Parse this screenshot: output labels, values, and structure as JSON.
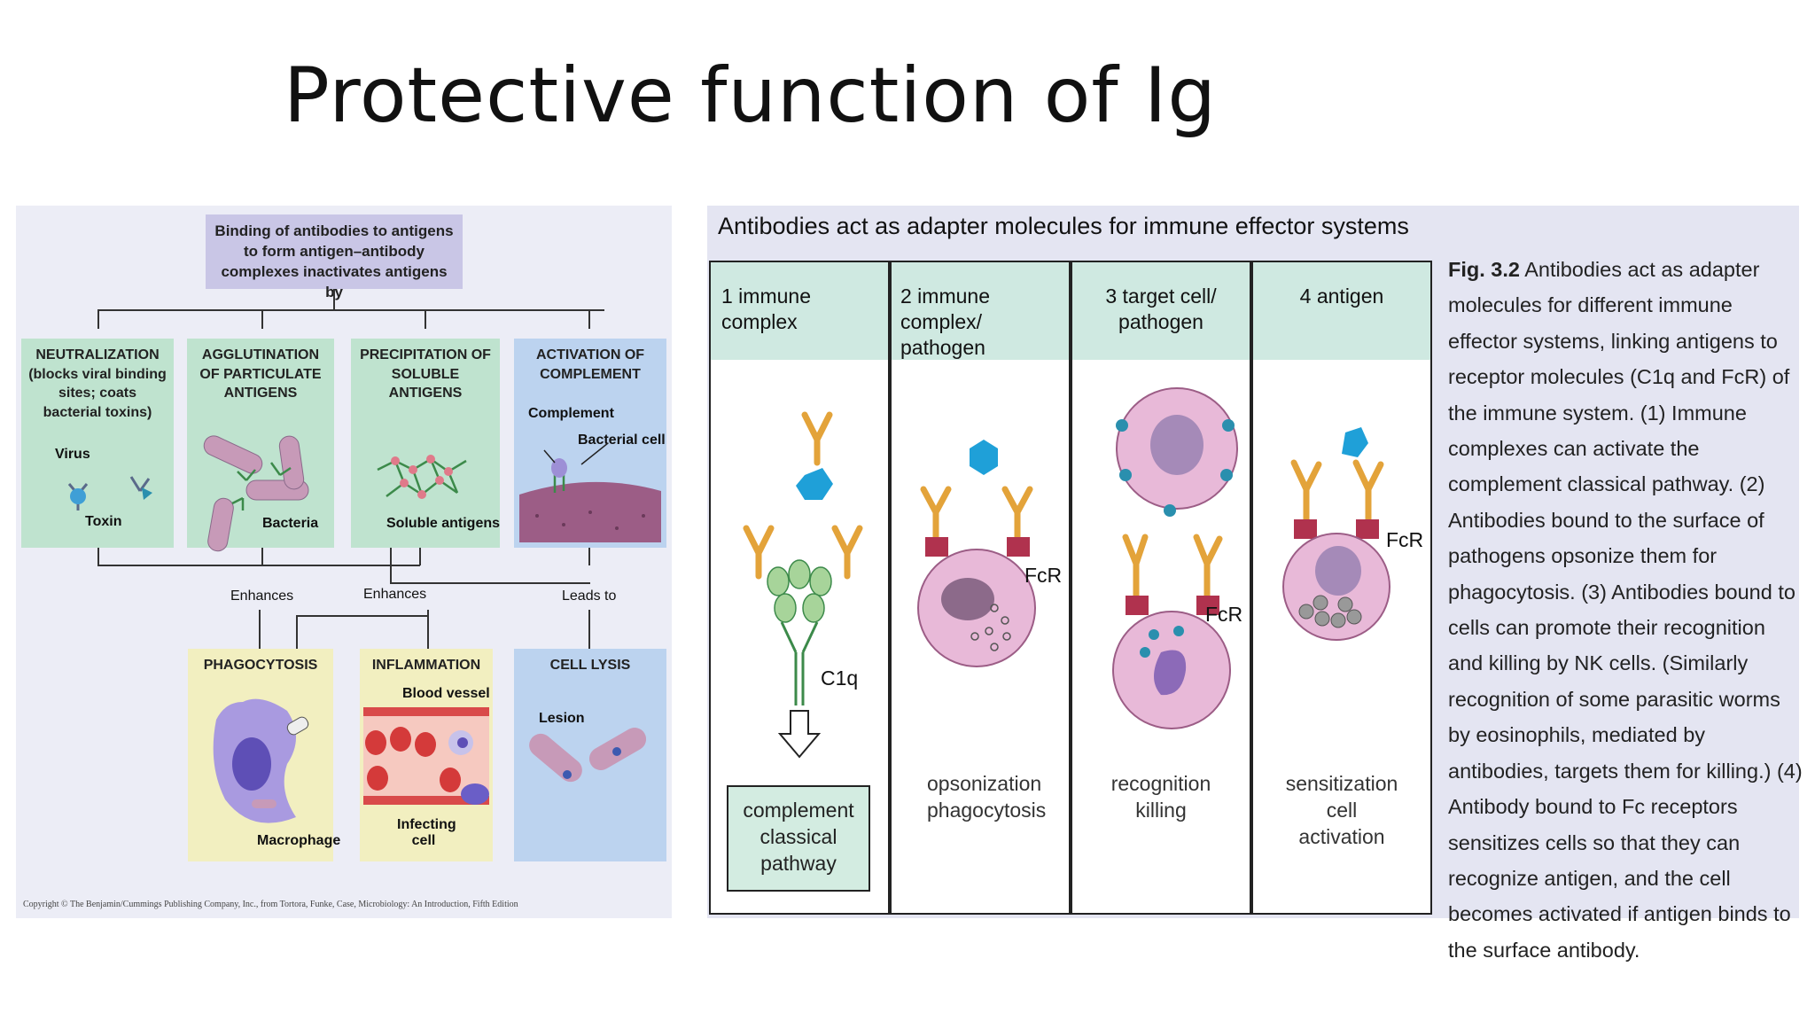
{
  "slide": {
    "title": "Protective function of Ig"
  },
  "left_figure": {
    "top_box": "Binding of antibodies to antigens to form antigen–antibody complexes inactivates antigens by",
    "mechanisms": [
      {
        "title": "NEUTRALIZATION (blocks viral binding sites; coats bacterial toxins)",
        "labels": [
          "Virus",
          "Toxin"
        ]
      },
      {
        "title": "AGGLUTINATION OF PARTICULATE ANTIGENS",
        "labels": [
          "Bacteria"
        ]
      },
      {
        "title": "PRECIPITATION OF SOLUBLE ANTIGENS",
        "labels": [
          "Soluble antigens"
        ]
      },
      {
        "title": "ACTIVATION OF COMPLEMENT",
        "labels": [
          "Complement",
          "Bacterial cell"
        ]
      }
    ],
    "connectors": [
      "Enhances",
      "Enhances",
      "Leads to"
    ],
    "outcomes": [
      {
        "title": "PHAGOCYTOSIS",
        "labels": [
          "Macrophage"
        ]
      },
      {
        "title": "INFLAMMATION",
        "labels": [
          "Blood vessel",
          "Infecting cell"
        ]
      },
      {
        "title": "CELL LYSIS",
        "labels": [
          "Lesion"
        ]
      }
    ],
    "copyright": "Copyright © The Benjamin/Cummings Publishing Company, Inc., from Tortora, Funke, Case, Microbiology: An Introduction, Fifth Edition",
    "colors": {
      "lavender": "#c9c6e6",
      "green": "#bfe3cf",
      "blue": "#bcd3ef",
      "yellow": "#f2efc0"
    }
  },
  "right_figure": {
    "title": "Antibodies act as adapter molecules for immune effector systems",
    "columns": [
      {
        "header": "1  immune complex",
        "caption": "",
        "labels": [
          "C1q"
        ],
        "box": "complement classical pathway"
      },
      {
        "header": "2  immune complex/ pathogen",
        "caption": "opsonization phagocytosis",
        "labels": [
          "FcR"
        ]
      },
      {
        "header": "3  target cell/ pathogen",
        "caption": "recognition killing",
        "labels": [
          "FcR"
        ]
      },
      {
        "header": "4  antigen",
        "caption": "sensitization cell activation",
        "labels": [
          "FcR"
        ]
      }
    ],
    "caption": {
      "label": "Fig. 3.2",
      "text": "Antibodies act as adapter molecules for different immune effector systems, linking antigens to receptor molecules (C1q and FcR) of the immune system. (1) Immune complexes can activate the complement classical pathway. (2) Antibodies bound to the surface of pathogens opsonize them for phagocytosis. (3) Antibodies bound to cells can promote their recognition and killing by NK cells. (Similarly recognition of some parasitic worms by eosinophils, mediated by antibodies, targets them for killing.) (4) Antibody bound to Fc receptors sensitizes cells so that they can recognize antigen, and the cell becomes activated if antigen binds to the surface antibody."
    },
    "colors": {
      "header": "#cfe9e1",
      "antibody": "#f2c55c",
      "antigen": "#1fa0d8",
      "cell": "#e8b9d8",
      "receptor": "#b0324e"
    }
  }
}
